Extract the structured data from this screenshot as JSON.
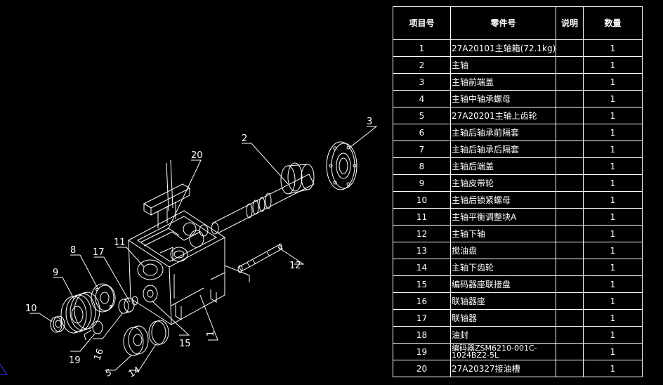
{
  "table": {
    "headers": {
      "item_no": "项目号",
      "part_no": "零件号",
      "note": "说明",
      "qty": "数量"
    },
    "rows": [
      {
        "no": "1",
        "name": "27A20101主轴箱(72.1kg)",
        "note": "",
        "qty": "1"
      },
      {
        "no": "2",
        "name": "主轴",
        "note": "",
        "qty": "1"
      },
      {
        "no": "3",
        "name": "主轴前端盖",
        "note": "",
        "qty": "1"
      },
      {
        "no": "4",
        "name": "主轴中轴承螺母",
        "note": "",
        "qty": "1"
      },
      {
        "no": "5",
        "name": "27A20201主轴上齿轮",
        "note": "",
        "qty": "1"
      },
      {
        "no": "6",
        "name": "主轴后轴承前隔套",
        "note": "",
        "qty": "1"
      },
      {
        "no": "7",
        "name": "主轴后轴承后隔套",
        "note": "",
        "qty": "1"
      },
      {
        "no": "8",
        "name": "主轴后端盖",
        "note": "",
        "qty": "1"
      },
      {
        "no": "9",
        "name": "主轴皮带轮",
        "note": "",
        "qty": "1"
      },
      {
        "no": "10",
        "name": "主轴后锁紧螺母",
        "note": "",
        "qty": "1"
      },
      {
        "no": "11",
        "name": "主轴平衡调整块A",
        "note": "",
        "qty": "1"
      },
      {
        "no": "12",
        "name": "主轴下轴",
        "note": "",
        "qty": "1"
      },
      {
        "no": "13",
        "name": "搅油盘",
        "note": "",
        "qty": "1"
      },
      {
        "no": "14",
        "name": "主轴下齿轮",
        "note": "",
        "qty": "1"
      },
      {
        "no": "15",
        "name": "编码器座联接盘",
        "note": "",
        "qty": "1"
      },
      {
        "no": "16",
        "name": "联轴器座",
        "note": "",
        "qty": "1"
      },
      {
        "no": "17",
        "name": "联轴器",
        "note": "",
        "qty": "1"
      },
      {
        "no": "18",
        "name": "油封",
        "note": "",
        "qty": "1"
      },
      {
        "no": "19",
        "name": "编码器ZSM6210-001C-1024BZ2-5L",
        "note": "",
        "qty": "1"
      },
      {
        "no": "20",
        "name": "27A20327接油槽",
        "note": "",
        "qty": "1"
      }
    ]
  },
  "balloons": {
    "b1": "1",
    "b2": "2",
    "b3": "3",
    "b5": "5",
    "b8": "8",
    "b9": "9",
    "b10": "10",
    "b11": "11",
    "b12": "12",
    "b14": "14",
    "b15": "15",
    "b16": "16",
    "b17": "17",
    "b19": "19",
    "b20": "20"
  },
  "colors": {
    "background": "#000000",
    "line": "#ffffff",
    "corner_marker": "#3a3aff"
  }
}
